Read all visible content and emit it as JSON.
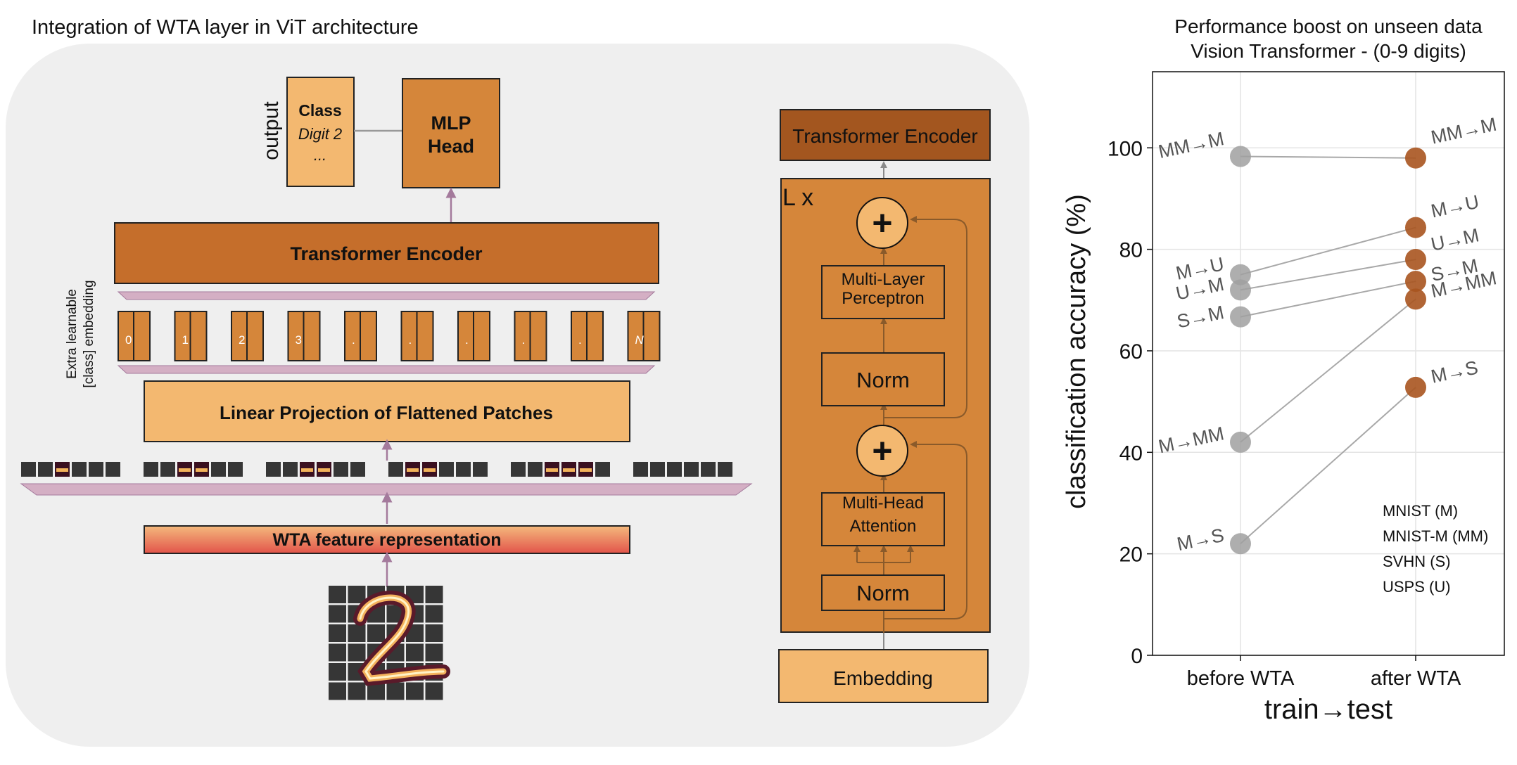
{
  "left_panel": {
    "title": "Integration of WTA layer in ViT architecture",
    "output_label": "output",
    "class_box": {
      "line1": "Class",
      "line2": "Digit 2",
      "line3": "..."
    },
    "mlp_head": {
      "line1": "MLP",
      "line2": "Head"
    },
    "transformer_encoder": "Transformer Encoder",
    "extra_embedding": {
      "line1": "Extra learnable",
      "line2": "[class] embedding"
    },
    "patch_tokens": [
      "0",
      "1",
      "2",
      "3",
      ".",
      ".",
      ".",
      ".",
      ".",
      "N"
    ],
    "linear_projection": "Linear Projection of Flattened Patches",
    "wta_feature": "WTA feature representation"
  },
  "encoder_detail": {
    "title": "Transformer Encoder",
    "repeat_label": "L x",
    "plus_symbol": "+",
    "mlp": {
      "line1": "Multi-Layer",
      "line2": "Perceptron"
    },
    "norm": "Norm",
    "attention": {
      "line1": "Multi-Head",
      "line2": "Attention"
    },
    "embedding": "Embedding"
  },
  "colors": {
    "panel_bg": "#efefef",
    "light_orange": "#f3b870",
    "mid_orange": "#d5863a",
    "dark_orange": "#c56e2b",
    "brown": "#a3561f",
    "connector_pink": "#a47a9c",
    "trapezoid": "#d4afc4",
    "wta_top": "#f4b97d",
    "wta_bottom": "#e2544a",
    "before_point": "#a0a0a0",
    "after_point": "#a8541f"
  },
  "chart_data": {
    "type": "scatter",
    "title": "Performance boost on unseen data",
    "subtitle": "Vision Transformer - (0-9 digits)",
    "xlabel": "train→test",
    "ylabel": "classification accuracy (%)",
    "categories": [
      "before WTA",
      "after WTA"
    ],
    "ylim": [
      0,
      115
    ],
    "yticks": [
      0,
      20,
      40,
      60,
      80,
      100
    ],
    "grid": true,
    "series": [
      {
        "name": "MM→M",
        "values": [
          98.3,
          98.0
        ]
      },
      {
        "name": "M→U",
        "values": [
          75.0,
          84.3
        ]
      },
      {
        "name": "U→M",
        "values": [
          72.0,
          78.0
        ]
      },
      {
        "name": "S→M",
        "values": [
          66.7,
          73.7
        ]
      },
      {
        "name": "M→MM",
        "values": [
          42.0,
          70.2
        ]
      },
      {
        "name": "M→S",
        "values": [
          22.0,
          52.8
        ]
      }
    ],
    "legend_text": [
      "MNIST (M)",
      "MNIST-M (MM)",
      "SVHN (S)",
      "USPS (U)"
    ],
    "legend_position": "bottom-right"
  }
}
